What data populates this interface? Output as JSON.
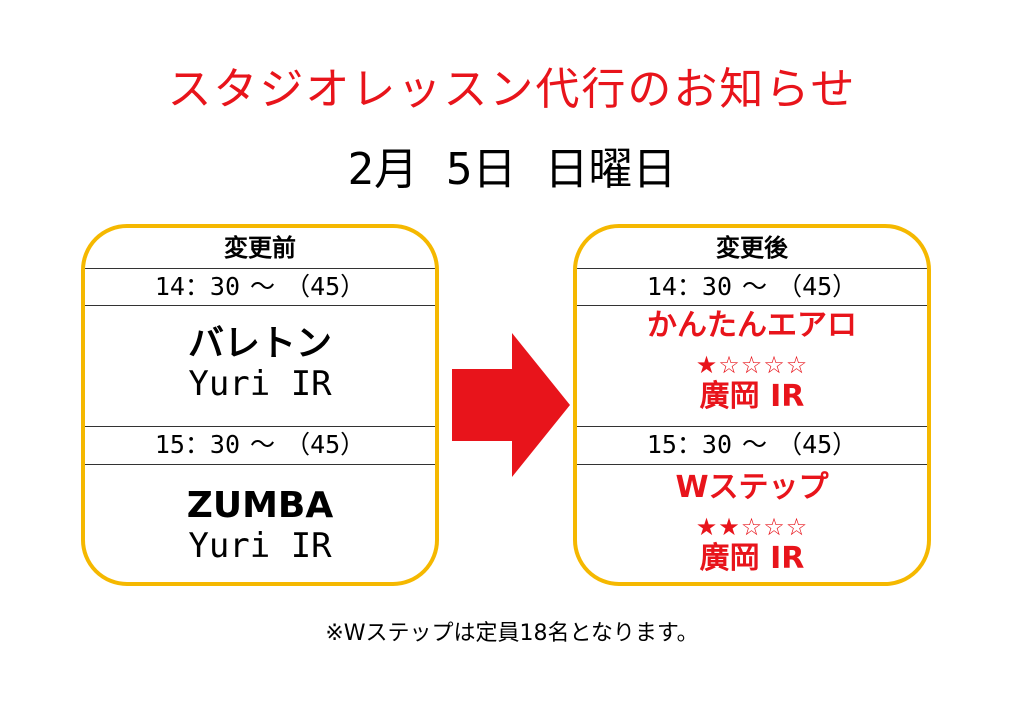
{
  "title": "スタジオレッスン代行のお知らせ",
  "date": {
    "month": "2月",
    "day": "5日",
    "weekday": "日曜日"
  },
  "before": {
    "header": "変更前",
    "slots": [
      {
        "time": "14：30",
        "tilde": "～",
        "duration": "（45）",
        "lesson": "バレトン",
        "instructor": "Yuri IR"
      },
      {
        "time": "15：30",
        "tilde": "～",
        "duration": "（45）",
        "lesson": "ZUMBA",
        "instructor": "Yuri IR"
      }
    ]
  },
  "after": {
    "header": "変更後",
    "slots": [
      {
        "time": "14：30",
        "tilde": "～",
        "duration": "（45）",
        "lesson": "かんたんエアロ",
        "stars": "★☆☆☆☆",
        "instructor": "廣岡 IR"
      },
      {
        "time": "15：30",
        "tilde": "～",
        "duration": "（45）",
        "lesson": "Wステップ",
        "stars": "★★☆☆☆",
        "instructor": "廣岡 IR"
      }
    ]
  },
  "note": "※Wステップは定員18名となります。",
  "colors": {
    "accent": "#e8141b",
    "panel_border": "#f5b800"
  },
  "icons": {
    "arrow": "right-arrow-icon"
  }
}
